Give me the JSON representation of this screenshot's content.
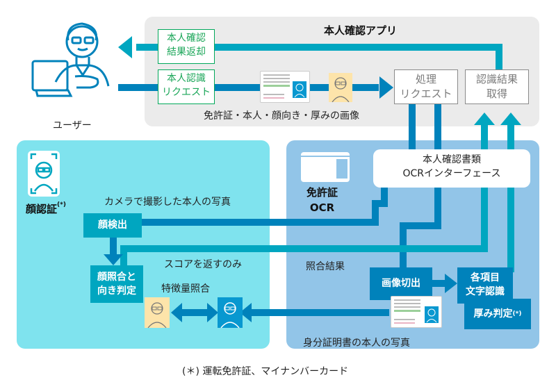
{
  "app_panel": {
    "title": "本人確認アプリ",
    "result_return_box": [
      "本人確認",
      "結果返却"
    ],
    "recognition_request_box": [
      "本人認識",
      "リクエスト"
    ],
    "process_request_box": [
      "処理",
      "リクエスト"
    ],
    "get_result_box": [
      "認識結果",
      "取得"
    ],
    "images_label": "免許証・本人・顔向き・厚みの画像"
  },
  "user": {
    "label": "ユーザー"
  },
  "face_panel": {
    "title": "顔認証",
    "title_mark": "(*)",
    "camera_label": "カメラで撮影した本人の写真",
    "face_detect_box": "顔検出",
    "face_match_box": [
      "顔照合と",
      "向き判定"
    ],
    "score_label": "スコアを返すのみ",
    "feature_label": "特徴量照合"
  },
  "ocr_panel": {
    "title": [
      "免許証",
      "OCR"
    ],
    "interface_box": [
      "本人確認書類",
      "OCRインターフェース"
    ],
    "match_result_label": "照合結果",
    "crop_box": "画像切出",
    "char_recog_box": [
      "各項目",
      "文字認識"
    ],
    "thickness_box": "厚み判定",
    "thickness_mark": "(*)",
    "id_photo_label": "身分証明書の本人の写真"
  },
  "footnote": "(＊) 運転免許証、マイナンバーカード",
  "colors": {
    "teal": "#00a6c0",
    "blue": "#0082bb",
    "green": "#1aa658",
    "face_panel_bg": "#7fe3ee",
    "ocr_panel_bg": "#92c5e8",
    "app_panel_bg": "#ebebeb"
  }
}
